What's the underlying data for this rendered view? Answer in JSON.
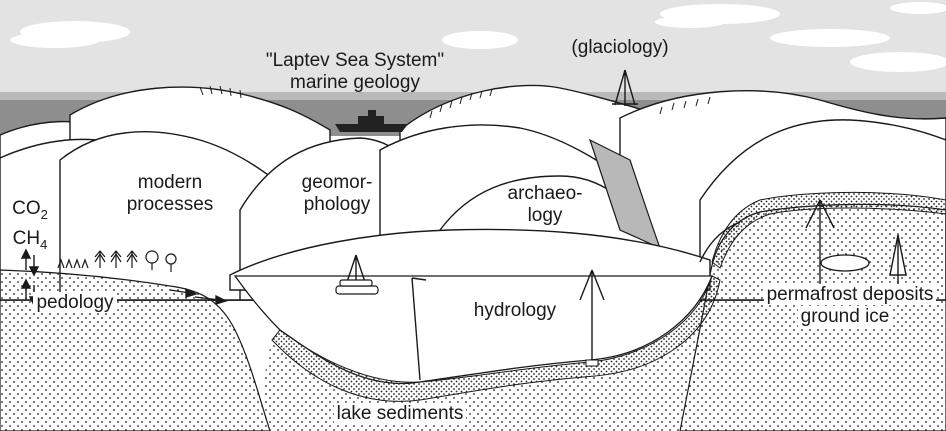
{
  "labels": {
    "marine_geology_1": "\"Laptev Sea System\"",
    "marine_geology_2": "marine geology",
    "glaciology": "(glaciology)",
    "co2_base": "CO",
    "co2_sub": "2",
    "ch4_base": "CH",
    "ch4_sub": "4",
    "modern_processes_1": "modern",
    "modern_processes_2": "processes",
    "geomorphology_1": "geomor-",
    "geomorphology_2": "phology",
    "archaeology_1": "archaeo-",
    "archaeology_2": "logy",
    "pedology": "pedology",
    "hydrology": "hydrology",
    "permafrost_1": "permafrost deposits",
    "permafrost_2": "ground ice",
    "lake_sediments": "lake sediments"
  },
  "colors": {
    "sky": "#e3e3e3",
    "sea_band": "#8e8e8e",
    "sea_haze": "#b9b9b9",
    "line": "#1a1a1a",
    "hill_fill": "#ffffff",
    "gully": "#b8b8b8"
  }
}
